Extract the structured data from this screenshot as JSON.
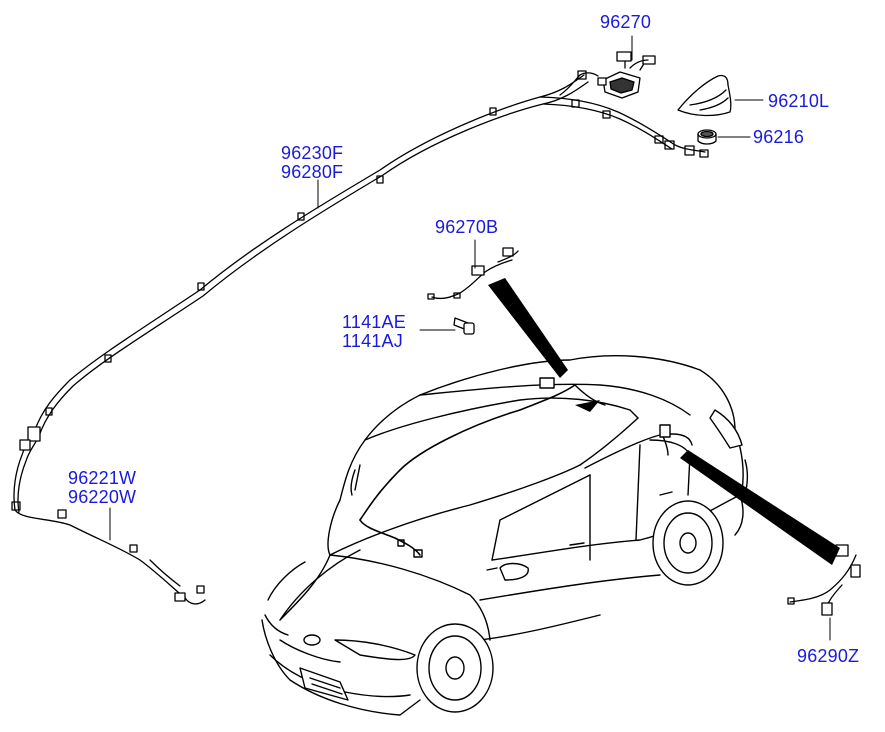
{
  "diagram": {
    "label_color": "#1a1adf",
    "line_color": "#000000",
    "parts": [
      {
        "id": "p-96270",
        "lines": [
          "96270"
        ]
      },
      {
        "id": "p-96210L",
        "lines": [
          "96210L"
        ]
      },
      {
        "id": "p-96216",
        "lines": [
          "96216"
        ]
      },
      {
        "id": "p-96230F",
        "lines": [
          "96230F",
          "96280F"
        ]
      },
      {
        "id": "p-96270B",
        "lines": [
          "96270B"
        ]
      },
      {
        "id": "p-1141AE",
        "lines": [
          "1141AE",
          "1141AJ"
        ]
      },
      {
        "id": "p-96221W",
        "lines": [
          "96221W",
          "96220W"
        ]
      },
      {
        "id": "p-96290Z",
        "lines": [
          "96290Z"
        ]
      }
    ]
  }
}
